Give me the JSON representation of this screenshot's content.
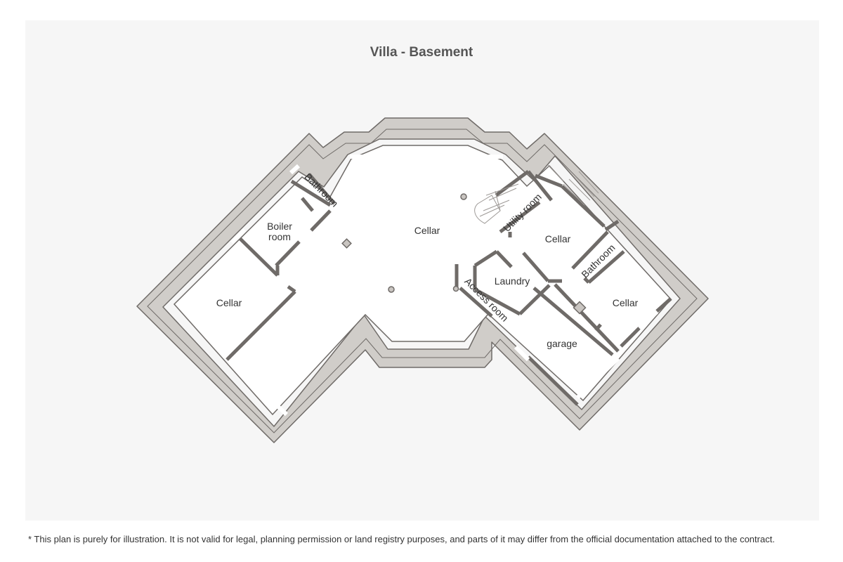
{
  "title": "Villa - Basement",
  "disclaimer": "* This plan is purely for illustration. It is not valid for legal, planning permission or land registry purposes, and parts of it may differ from the official documentation attached to the contract.",
  "rooms": {
    "bathroom_west": "Bathroom",
    "boiler_line1": "Boiler",
    "boiler_line2": "room",
    "cellar_central": "Cellar",
    "cellar_west": "Cellar",
    "utility_room": "Utility room",
    "cellar_east": "Cellar",
    "laundry": "Laundry",
    "access_room": "Access room",
    "bathroom_east": "Bathroom",
    "cellar_southeast": "Cellar",
    "garage": "garage"
  },
  "colors": {
    "panel_background": "#f6f6f6",
    "wall_fill": "#d0cdc9",
    "wall_outline": "#6f6b68",
    "floor": "#ffffff"
  }
}
